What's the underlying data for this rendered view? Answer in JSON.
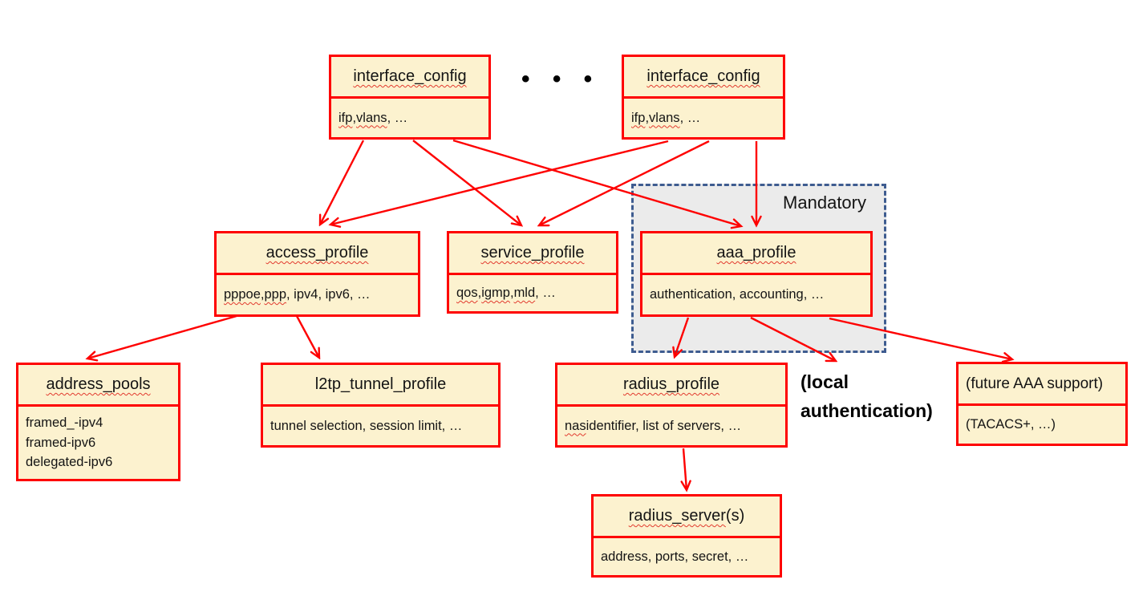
{
  "diagram": {
    "dots": "• • •",
    "mandatory_label": "Mandatory",
    "local_auth_note": "(local\nauthentication)",
    "spellcheck_words": [
      "ifp",
      "vlans",
      "pppoe",
      "ppp",
      "qos",
      "igmp",
      "mld",
      "nas"
    ],
    "colors": {
      "box_fill": "#FCF2CF",
      "box_border": "#FE0000",
      "arrow": "#FE0000",
      "mandatory_fill": "#EBEBEB",
      "mandatory_border": "#3E5C90",
      "squiggle": "#E23A2E",
      "text": "#141414"
    },
    "nodes": {
      "interface_config_left": {
        "title": "interface_config",
        "body": "ifp, vlans, …"
      },
      "interface_config_right": {
        "title": "interface_config",
        "body": "ifp, vlans, …"
      },
      "access_profile": {
        "title": "access_profile",
        "body": "pppoe, ppp, ipv4, ipv6, …"
      },
      "service_profile": {
        "title": "service_profile",
        "body": "qos, igmp, mld, …"
      },
      "aaa_profile": {
        "title": "aaa_profile",
        "body": "authentication, accounting, …"
      },
      "address_pools": {
        "title": "address_pools",
        "body": "framed_-ipv4\nframed-ipv6\ndelegated-ipv6"
      },
      "l2tp_tunnel_profile": {
        "title": "l2tp_tunnel_profile",
        "body": "tunnel selection, session limit, …"
      },
      "radius_profile": {
        "title": "radius_profile",
        "body": "nas identifier, list of servers, …"
      },
      "future_aaa": {
        "title": "(future AAA support)",
        "body": "(TACACS+, …)"
      },
      "radius_server": {
        "title": "radius_server",
        "title_suffix": "(s)",
        "body": "address, ports, secret, …"
      }
    }
  }
}
